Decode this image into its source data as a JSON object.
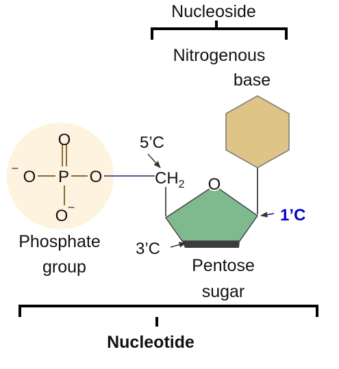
{
  "labels": {
    "nucleoside": "Nucleoside",
    "nitrogenous_line1": "Nitrogenous",
    "nitrogenous_line2": "base",
    "five_c": "5’C",
    "ch2_main": "CH",
    "ch2_sub": "2",
    "ring_oxygen": "O",
    "one_c": "1’C",
    "three_c": "3’C",
    "pentose_line1": "Pentose",
    "pentose_line2": "sugar",
    "phosphate_line1": "Phosphate",
    "phosphate_line2": "group",
    "nucleotide": "Nucleotide",
    "phosphate": {
      "o_top": "O",
      "o_left": "O",
      "p": "P",
      "o_right": "O",
      "o_bottom": "O",
      "minus": "–"
    }
  },
  "colors": {
    "phosphate_circle": "#fdf3df",
    "base_hexagon": "#dfc487",
    "sugar_top": "#7fba8f",
    "sugar_bottom": "#3c3c3c",
    "one_c_label": "#0000cc",
    "text": "#111111"
  }
}
